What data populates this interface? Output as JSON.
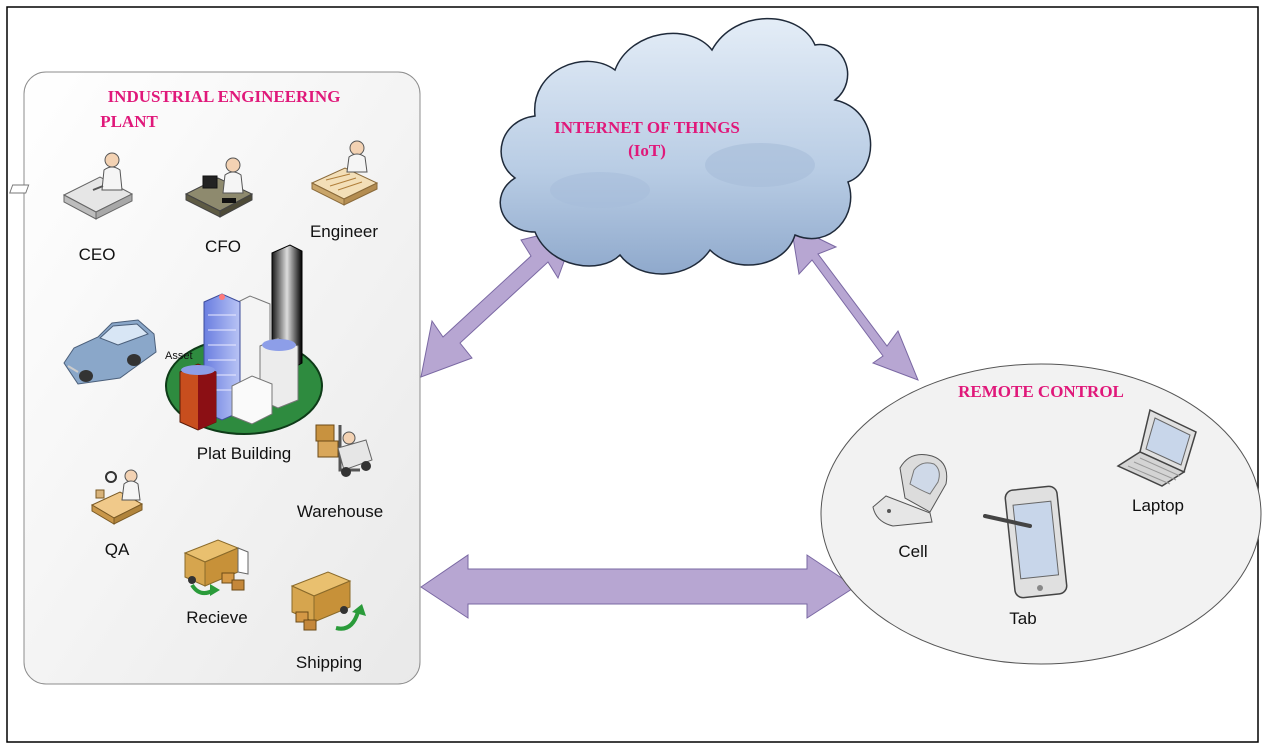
{
  "plant": {
    "title_line1": "INDUSTRIAL ENGINEERING",
    "title_line2": "PLANT",
    "items": {
      "ceo": "CEO",
      "cfo": "CFO",
      "engineer": "Engineer",
      "asset": "Asset",
      "building": "Plat Building",
      "warehouse": "Warehouse",
      "qa": "QA",
      "receive": "Recieve",
      "shipping": "Shipping"
    }
  },
  "cloud": {
    "line1": "INTERNET OF THINGS",
    "line2": "(IoT)"
  },
  "remote": {
    "title": "REMOTE CONTROL",
    "devices": {
      "cell": "Cell",
      "tab": "Tab",
      "laptop": "Laptop"
    }
  },
  "colors": {
    "heading": "#e0187a",
    "arrow_fill": "#b7a6d2",
    "arrow_stroke": "#6f5c99",
    "cloud_fill": "#b8cce4",
    "panel_fill": "#f2f2f2"
  }
}
